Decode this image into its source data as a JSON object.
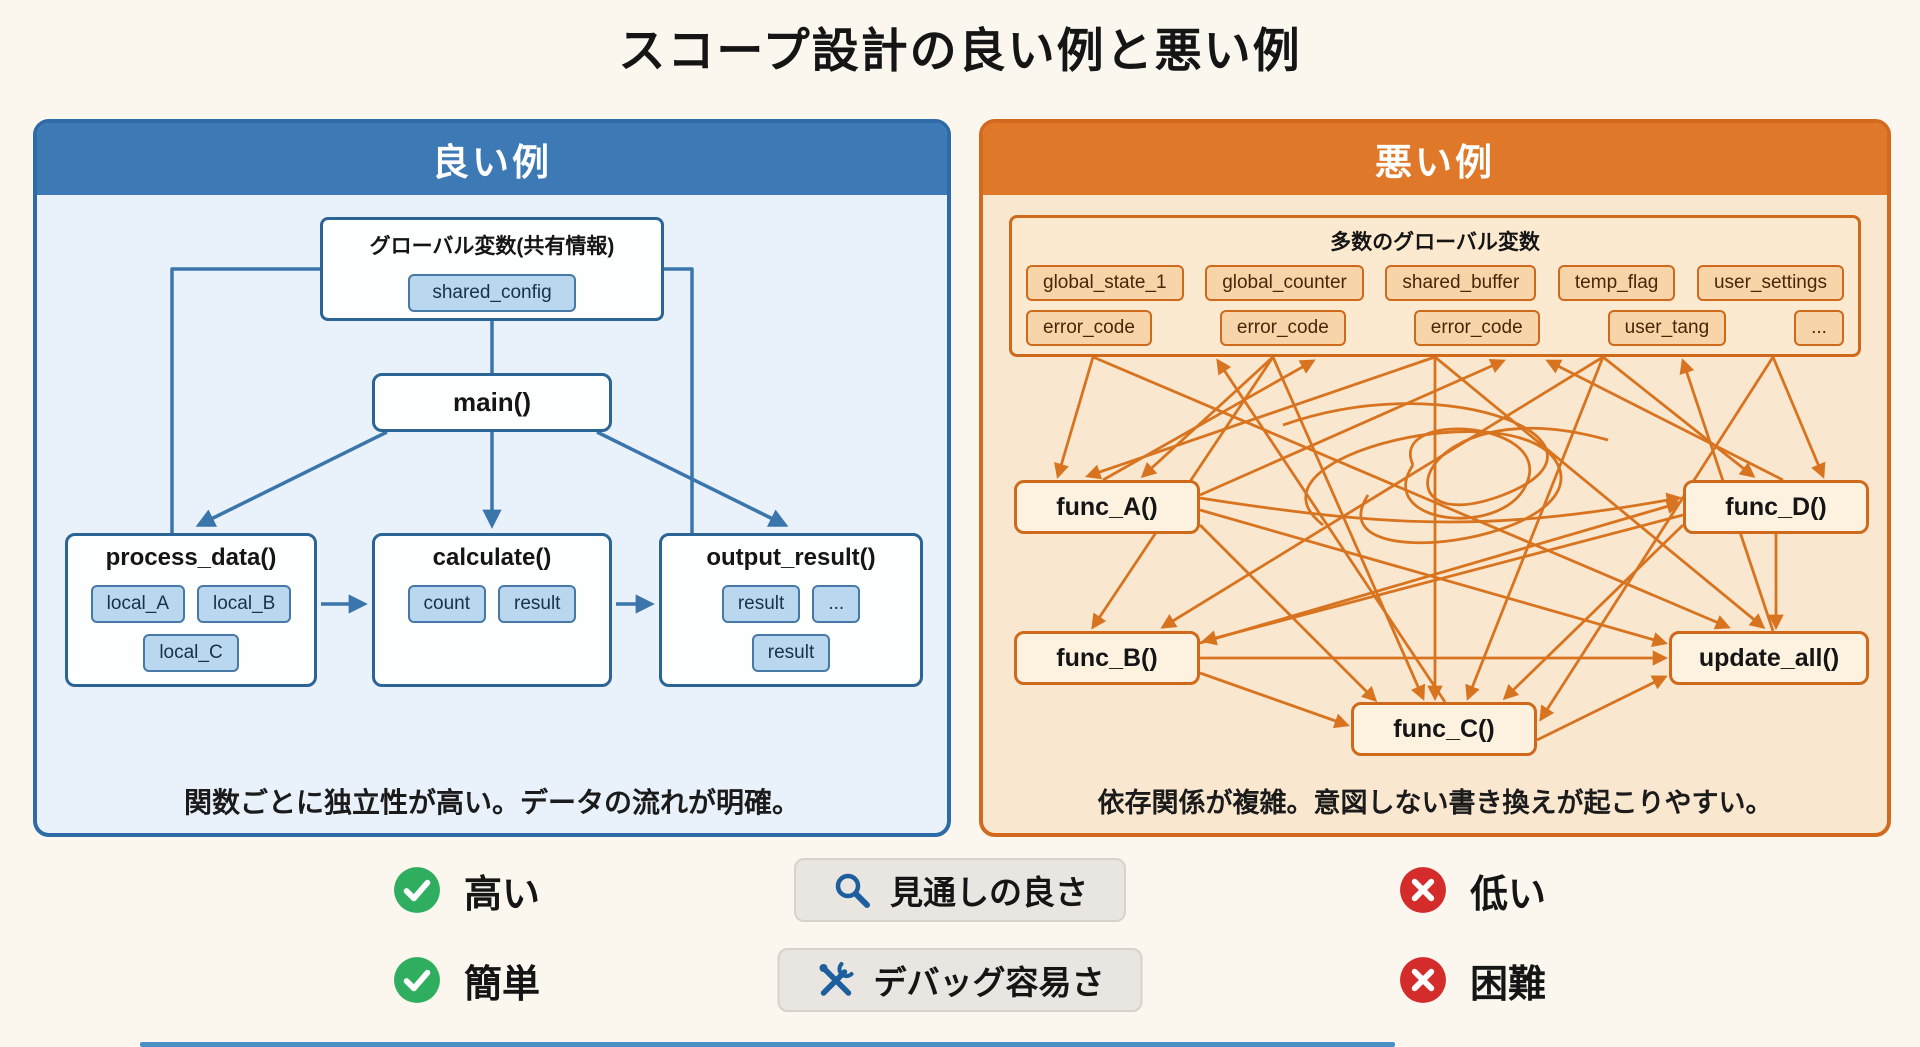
{
  "title": "スコープ設計の良い例と悪い例",
  "good": {
    "header": "良い例",
    "global_box": {
      "label": "グローバル変数(共有情報)",
      "chip": "shared_config"
    },
    "main": "main()",
    "functions": [
      {
        "name": "process_data()",
        "locals": [
          "local_A",
          "local_B",
          "local_C"
        ]
      },
      {
        "name": "calculate()",
        "locals": [
          "count",
          "result"
        ]
      },
      {
        "name": "output_result()",
        "locals": [
          "result",
          "...",
          "result"
        ]
      }
    ],
    "caption": "関数ごとに独立性が高い。データの流れが明確。"
  },
  "bad": {
    "header": "悪い例",
    "globals_label": "多数のグローバル変数",
    "globals_row1": [
      "global_state_1",
      "global_counter",
      "shared_buffer",
      "temp_flag",
      "user_settings"
    ],
    "globals_row2": [
      "error_code",
      "error_code",
      "error_code",
      "user_tang",
      "..."
    ],
    "functions": [
      "func_A()",
      "func_D()",
      "func_B()",
      "update_all()",
      "func_C()"
    ],
    "caption": "依存関係が複雑。意図しない書き換えが起こりやすい。"
  },
  "legend": {
    "rows": [
      {
        "good": "高い",
        "metric": "見通しの良さ",
        "bad": "低い"
      },
      {
        "good": "簡単",
        "metric": "デバッグ容易さ",
        "bad": "困難"
      }
    ]
  },
  "colors": {
    "good_accent": "#3d7ab5",
    "bad_accent": "#e0782a",
    "arrow_blue": "#3a75ab",
    "arrow_orange": "#d8741f",
    "check_green": "#2fae60",
    "cross_red": "#d42b2b",
    "metric_icon_blue": "#1d5e9e"
  }
}
